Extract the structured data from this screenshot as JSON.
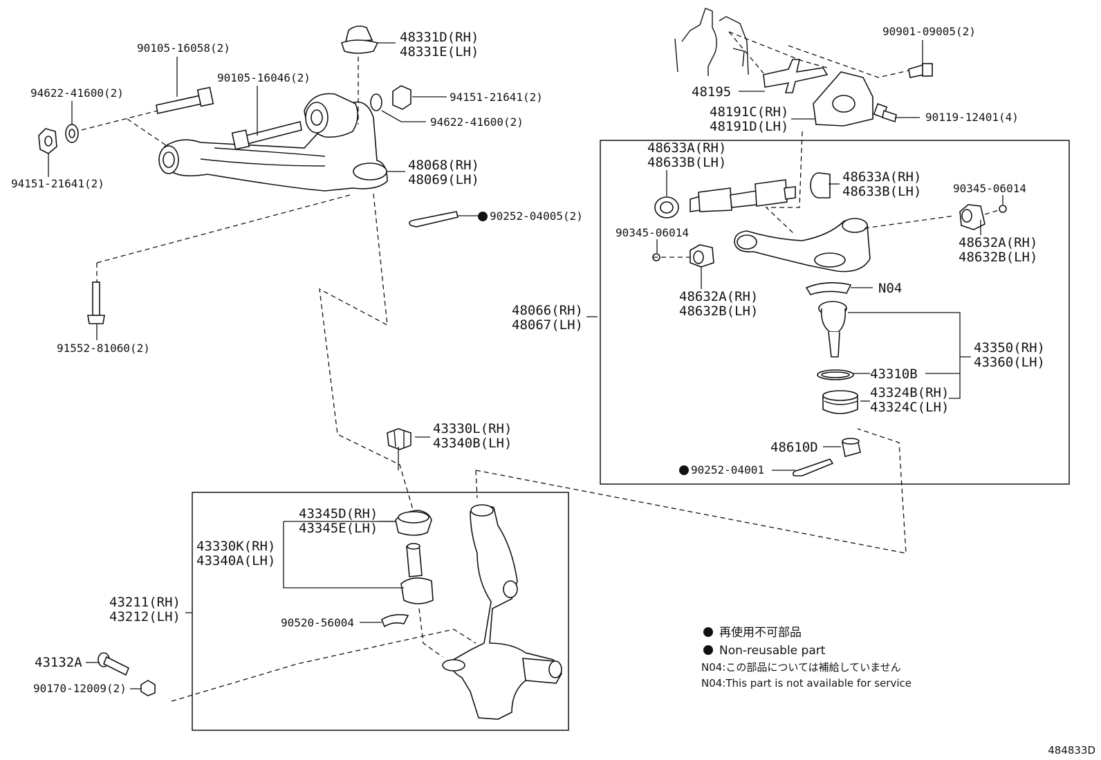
{
  "diagram_id": "484833D",
  "labels": {
    "p48331D": "48331D(RH)",
    "p48331E": "48331E(LH)",
    "p90105_16058": "90105-16058(2)",
    "p90105_16046": "90105-16046(2)",
    "p94622_41600_left": "94622-41600(2)",
    "p94151_21641_right": "94151-21641(2)",
    "p94622_41600_right": "94622-41600(2)",
    "p94151_21641_left": "94151-21641(2)",
    "p48068": "48068(RH)",
    "p48069": "48069(LH)",
    "p90252_04005": "90252-04005(2)",
    "p91552_81060": "91552-81060(2)",
    "p90901_09005": "90901-09005(2)",
    "p48195": "48195",
    "p48191C": "48191C(RH)",
    "p48191D": "48191D(LH)",
    "p90119_12401": "90119-12401(4)",
    "p48633A_a": "48633A(RH)",
    "p48633B_a": "48633B(LH)",
    "p48633A_b": "48633A(RH)",
    "p48633B_b": "48633B(LH)",
    "p90345_06014_right": "90345-06014",
    "p90345_06014_left": "90345-06014",
    "p48632A_right": "48632A(RH)",
    "p48632B_right": "48632B(LH)",
    "p48632A_left": "48632A(RH)",
    "p48632B_left": "48632B(LH)",
    "pN04": "N04",
    "p48066": "48066(RH)",
    "p48067": "48067(LH)",
    "p43350": "43350(RH)",
    "p43360": "43360(LH)",
    "p43310B": "43310B",
    "p43324B": "43324B(RH)",
    "p43324C": "43324C(LH)",
    "p48610D": "48610D",
    "p90252_04001": "90252-04001",
    "p43330L": "43330L(RH)",
    "p43340B": "43340B(LH)",
    "p43345D": "43345D(RH)",
    "p43345E": "43345E(LH)",
    "p43330K": "43330K(RH)",
    "p43340A": "43340A(LH)",
    "p43211": "43211(RH)",
    "p43212": "43212(LH)",
    "p90520_56004": "90520-56004",
    "p43132A": "43132A",
    "p90170_12009": "90170-12009(2)"
  },
  "legend": {
    "jp_nonreusable": "再使用不可部品",
    "en_nonreusable": "Non-reusable part",
    "jp_n04": "N04:この部品については補給していません",
    "en_n04": "N04:This part is not available for service"
  }
}
